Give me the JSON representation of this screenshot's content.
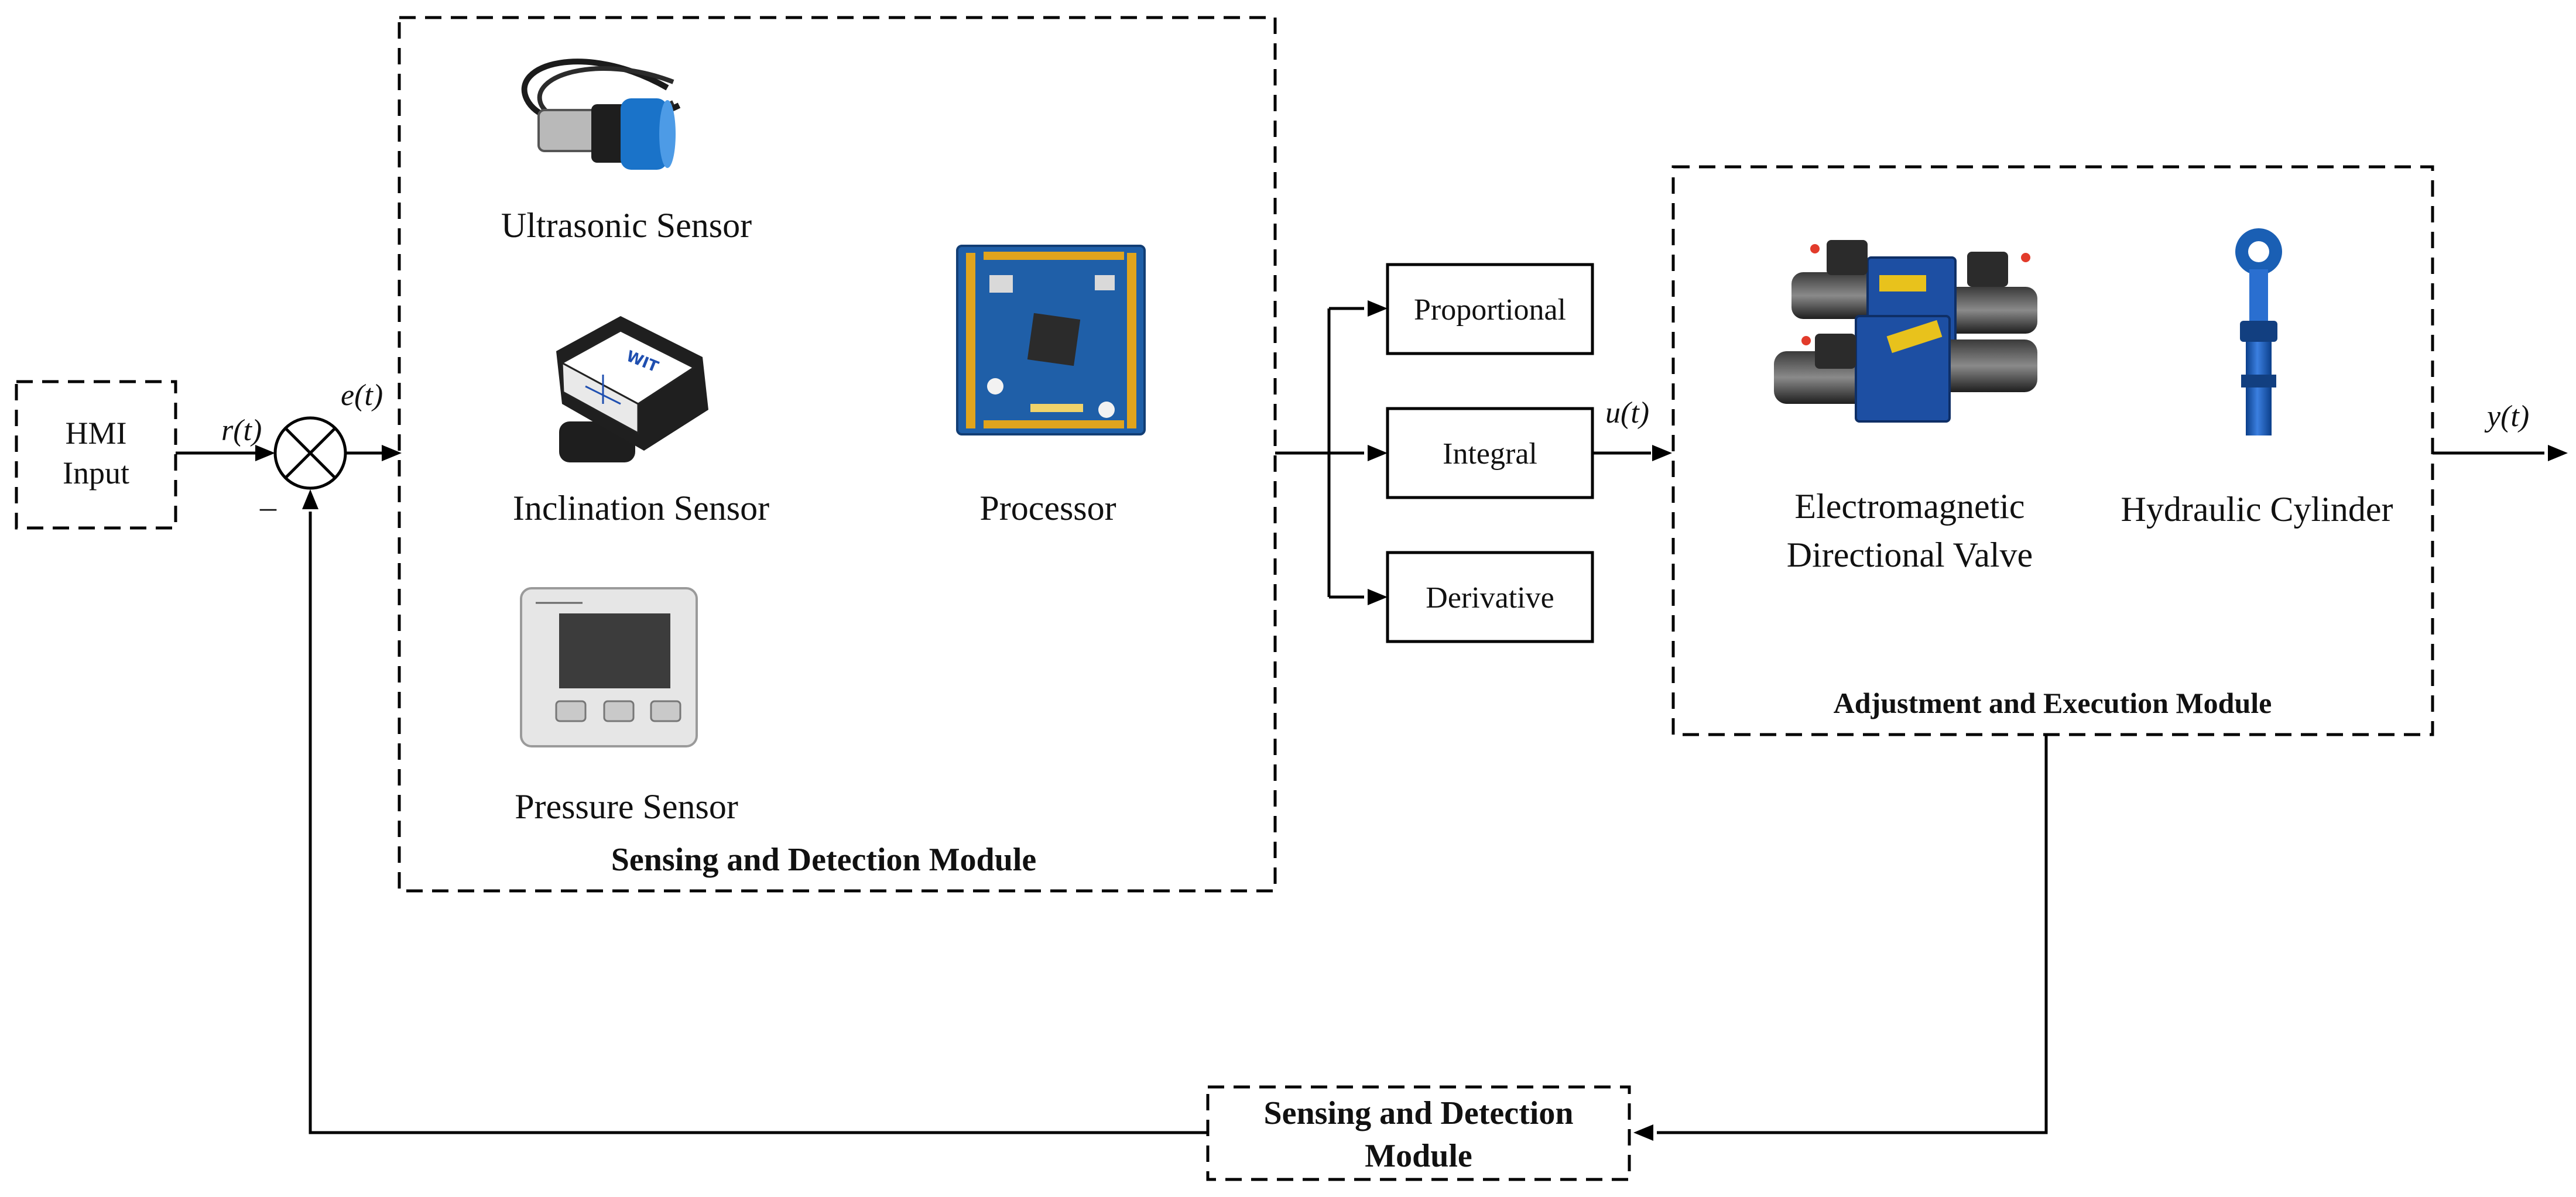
{
  "hmi": {
    "line1": "HMI",
    "line2": "Input"
  },
  "signals": {
    "r": "r(t)",
    "e": "e(t)",
    "u": "u(t)",
    "y": "y(t)",
    "minus": "–"
  },
  "sensing_module": {
    "title": "Sensing and Detection Module",
    "ultrasonic": "Ultrasonic Sensor",
    "inclination": "Inclination Sensor",
    "processor": "Processor",
    "pressure": "Pressure Sensor"
  },
  "pid": {
    "p": "Proportional",
    "i": "Integral",
    "d": "Derivative"
  },
  "execution_module": {
    "title": "Adjustment and Execution Module",
    "valve_line1": "Electromagnetic",
    "valve_line2": "Directional Valve",
    "cylinder": "Hydraulic Cylinder"
  },
  "feedback": {
    "line1": "Sensing and Detection",
    "line2": "Module"
  },
  "colors": {
    "line": "#000000",
    "blue_device": "#1a5fb4",
    "board_blue": "#1f5fa8"
  }
}
